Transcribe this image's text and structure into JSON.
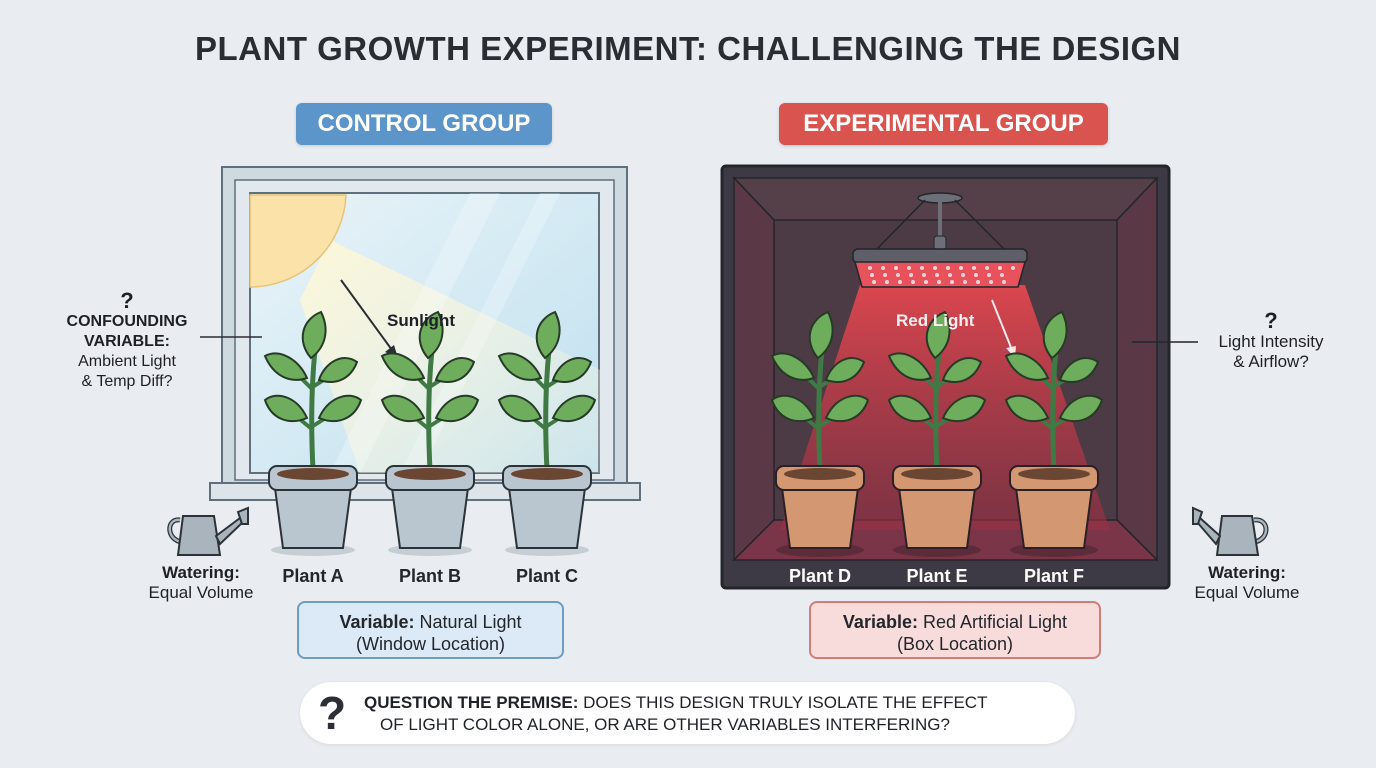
{
  "title": "PLANT GROWTH EXPERIMENT: CHALLENGING THE DESIGN",
  "control": {
    "badge": "CONTROL GROUP",
    "light_label": "Sunlight",
    "plants": [
      "Plant A",
      "Plant B",
      "Plant C"
    ],
    "confound": {
      "qmark": "?",
      "line1": "CONFOUNDING",
      "line2": "VARIABLE:",
      "line3": "Ambient Light",
      "line4": "& Temp Diff?"
    },
    "watering": {
      "label": "Watering:",
      "value": "Equal Volume"
    },
    "variable": {
      "label": "Variable:",
      "value": "Natural Light",
      "detail": "(Window Location)"
    },
    "colors": {
      "badge": "#5b95c9",
      "pot": "#b9c6d0",
      "box_bg": "#dbeaf6"
    }
  },
  "experimental": {
    "badge": "EXPERIMENTAL GROUP",
    "light_label": "Red Light",
    "plants": [
      "Plant D",
      "Plant E",
      "Plant F"
    ],
    "confound": {
      "qmark": "?",
      "line1": "Light Intensity",
      "line2": "& Airflow?"
    },
    "watering": {
      "label": "Watering:",
      "value": "Equal Volume"
    },
    "variable": {
      "label": "Variable:",
      "value": "Red Artificial Light",
      "detail": "(Box Location)"
    },
    "colors": {
      "badge": "#d9534f",
      "pot": "#d39872",
      "box_bg": "#f8dcdc",
      "chamber": "#4a3540"
    }
  },
  "premise": {
    "qmark": "?",
    "lead": "QUESTION THE PREMISE:",
    "line1": "DOES THIS DESIGN TRULY ISOLATE THE EFFECT",
    "line2": "OF LIGHT COLOR ALONE, OR ARE OTHER VARIABLES INTERFERING?"
  },
  "icons": [
    "sun-icon",
    "window-icon",
    "grow-lamp-icon",
    "watering-can-icon",
    "plant-pot-icon",
    "question-mark-icon",
    "arrow-icon"
  ]
}
